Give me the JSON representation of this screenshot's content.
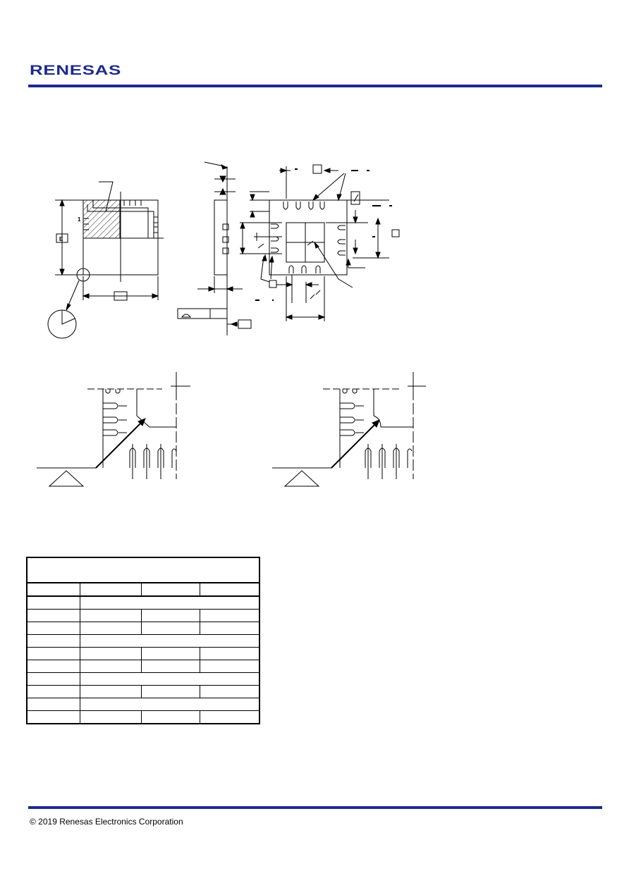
{
  "header": {
    "brand": "RENESAS",
    "brand_color": "#1e2a8c",
    "logo_icon": "renesas-wordmark-logo"
  },
  "drawing": {
    "labels": {
      "e_box": "E",
      "pin1": "1"
    }
  },
  "footer": {
    "copyright": "© 2019 Renesas Electronics Corporation"
  },
  "colors": {
    "rule": "#1e2a8c",
    "ink": "#000000"
  }
}
